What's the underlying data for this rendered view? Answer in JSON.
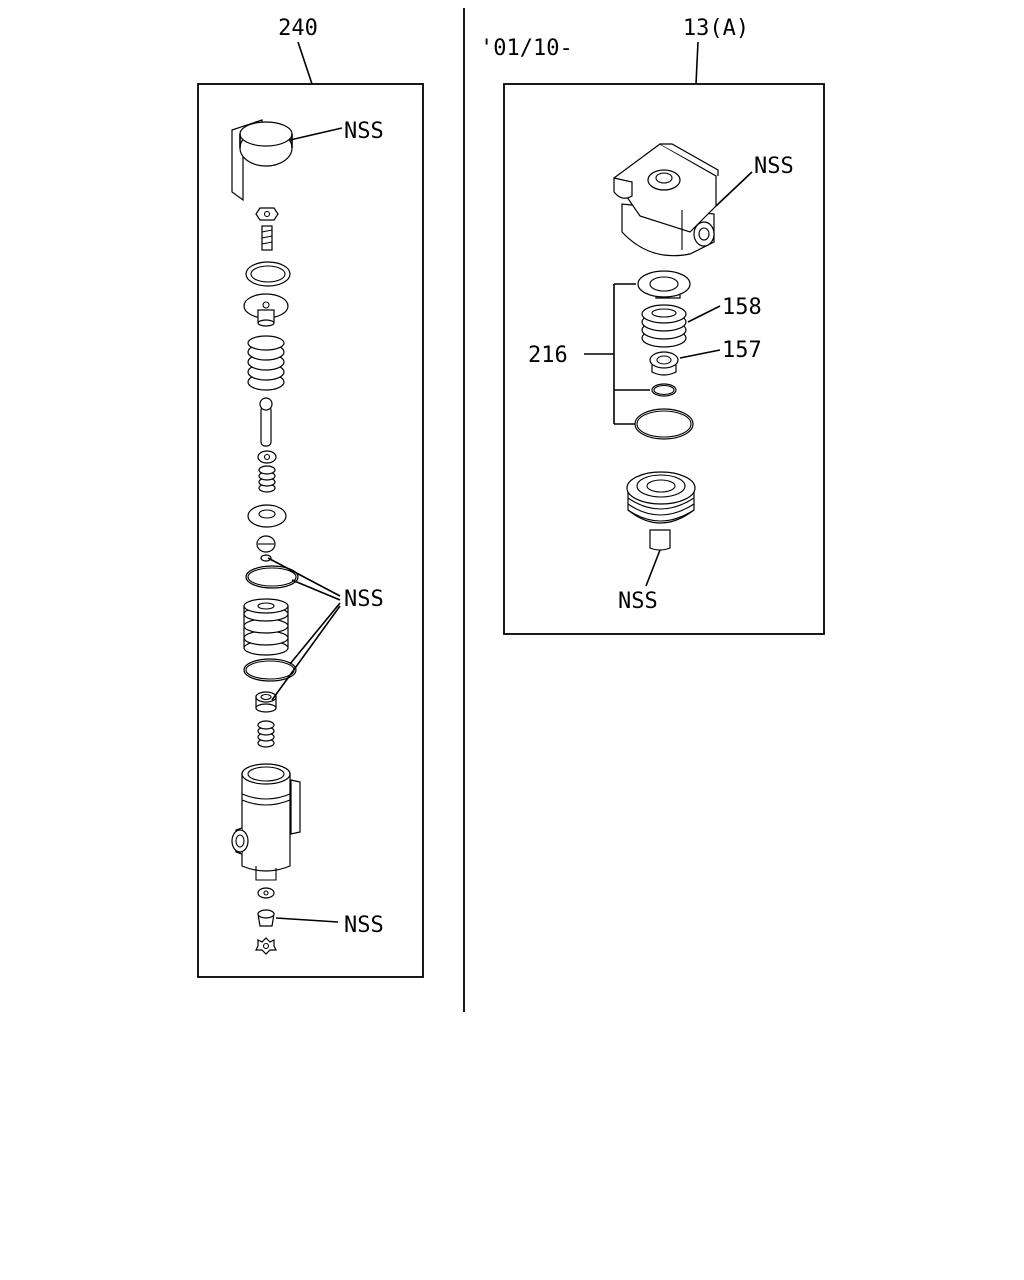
{
  "left_panel": {
    "assembly_number": "240",
    "callouts": {
      "top": "NSS",
      "middle": "NSS",
      "bottom": "NSS"
    }
  },
  "right_panel": {
    "date_code": "'01/10-",
    "assembly_number": "13(A)",
    "callouts": {
      "housing": "NSS",
      "kit": "216",
      "part_158": "158",
      "part_157": "157",
      "bottom": "NSS"
    }
  }
}
